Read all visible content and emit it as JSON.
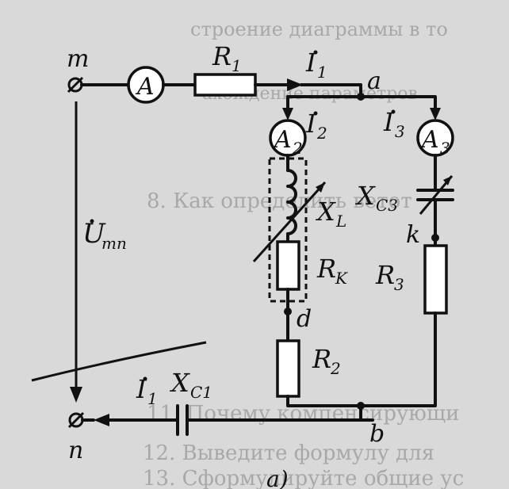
{
  "labels": {
    "m": "m",
    "n": "n",
    "R1": "R",
    "R1_sub": "1",
    "I1_top": "I",
    "I1_top_sub": "1",
    "node_a": "a",
    "node_b": "b",
    "node_d": "d",
    "node_k": "k",
    "A": "A",
    "A2": "A",
    "A2_sub": "2",
    "A3": "A",
    "A3_sub": "3",
    "I2": "I",
    "I2_sub": "2",
    "I3": "I",
    "I3_sub": "3",
    "XL": "X",
    "XL_sub": "L",
    "XC3": "X",
    "XC3_sub": "C3",
    "RK": "R",
    "RK_sub": "K",
    "R3": "R",
    "R3_sub": "3",
    "R2": "R",
    "R2_sub": "2",
    "Umn": "U",
    "Umn_sub": "mn",
    "I1_bot": "I",
    "I1_bot_sub": "1",
    "XC1": "X",
    "XC1_sub": "C1",
    "fig": "a)"
  },
  "background_text": [
    "строение диаграммы в то",
    "ахождение параметров",
    "8.  Как определить ветот",
    "11. Почему компенсирующи",
    "12. Выведите формулу для",
    "13. Сформулируйте общие ус"
  ],
  "colors": {
    "ink": "#111111",
    "paper": "#d9d9d9"
  }
}
